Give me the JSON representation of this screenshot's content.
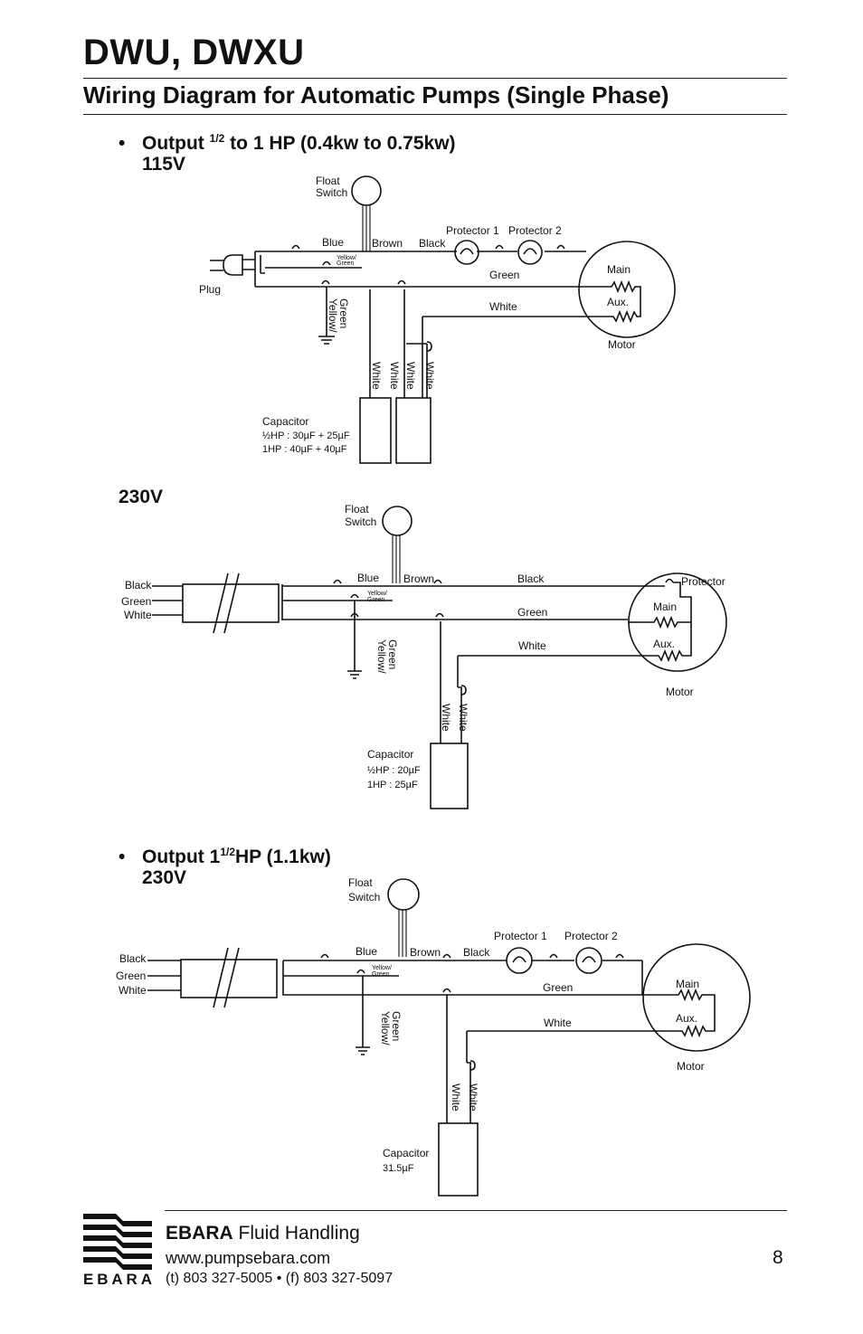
{
  "header": {
    "title": "DWU, DWXU",
    "subtitle": "Wiring Diagram for Automatic Pumps (Single Phase)"
  },
  "sections": [
    {
      "bullet": "•",
      "heading_a": "Output ",
      "heading_frac": "1/2",
      "heading_b": " to 1 HP (0.4kw to 0.75kw)",
      "voltage": "115V"
    },
    {
      "voltage": "230V"
    },
    {
      "bullet": "•",
      "heading_a": "Output 1",
      "heading_frac": "1/2",
      "heading_b": "HP (1.1kw)",
      "voltage": "230V"
    }
  ],
  "diagram1": {
    "float_switch": [
      "Float",
      "Switch"
    ],
    "plug": "Plug",
    "blue": "Blue",
    "brown": "Brown",
    "black": "Black",
    "protector1": "Protector 1",
    "protector2": "Protector 2",
    "green": "Green",
    "white": "White",
    "yellow_green_small": [
      "Yellow/",
      "Green"
    ],
    "yellow_green": [
      "Yellow/",
      "Green"
    ],
    "main": "Main",
    "aux": "Aux.",
    "motor": "Motor",
    "cap_whites": [
      "White",
      "White",
      "White",
      "White"
    ],
    "capacitor": [
      "Capacitor",
      "½HP : 30µF + 25µF",
      "1HP : 40µF + 40µF"
    ]
  },
  "diagram2": {
    "float_switch": [
      "Float",
      "Switch"
    ],
    "cord": [
      "Black",
      "Green",
      "White"
    ],
    "blue": "Blue",
    "brown": "Brown",
    "black": "Black",
    "protector": "Protector",
    "green": "Green",
    "white": "White",
    "yellow_green_small": [
      "Yellow/",
      "Green"
    ],
    "yellow_green": [
      "Yellow/",
      "Green"
    ],
    "main": "Main",
    "aux": "Aux.",
    "motor": "Motor",
    "cap_whites": [
      "White",
      "White"
    ],
    "capacitor": [
      "Capacitor",
      "½HP : 20µF",
      "1HP : 25µF"
    ]
  },
  "diagram3": {
    "float_switch": [
      "Float",
      "Switch"
    ],
    "cord": [
      "Black",
      "Green",
      "White"
    ],
    "blue": "Blue",
    "brown": "Brown",
    "black": "Black",
    "protector1": "Protector 1",
    "protector2": "Protector 2",
    "green": "Green",
    "white": "White",
    "yellow_green_small": [
      "Yellow/",
      "Green"
    ],
    "yellow_green": [
      "Yellow/",
      "Green"
    ],
    "main": "Main",
    "aux": "Aux.",
    "motor": "Motor",
    "cap_whites": [
      "White",
      "White"
    ],
    "capacitor": [
      "Capacitor",
      "31.5µF"
    ]
  },
  "footer": {
    "brand_bold": "EBARA",
    "brand_rest": " Fluid Handling",
    "website": "www.pumpsebara.com",
    "phone": "(t) 803  327-5005  •  (f) 803  327-5097",
    "page": "8",
    "logo_text": "EBARA"
  }
}
